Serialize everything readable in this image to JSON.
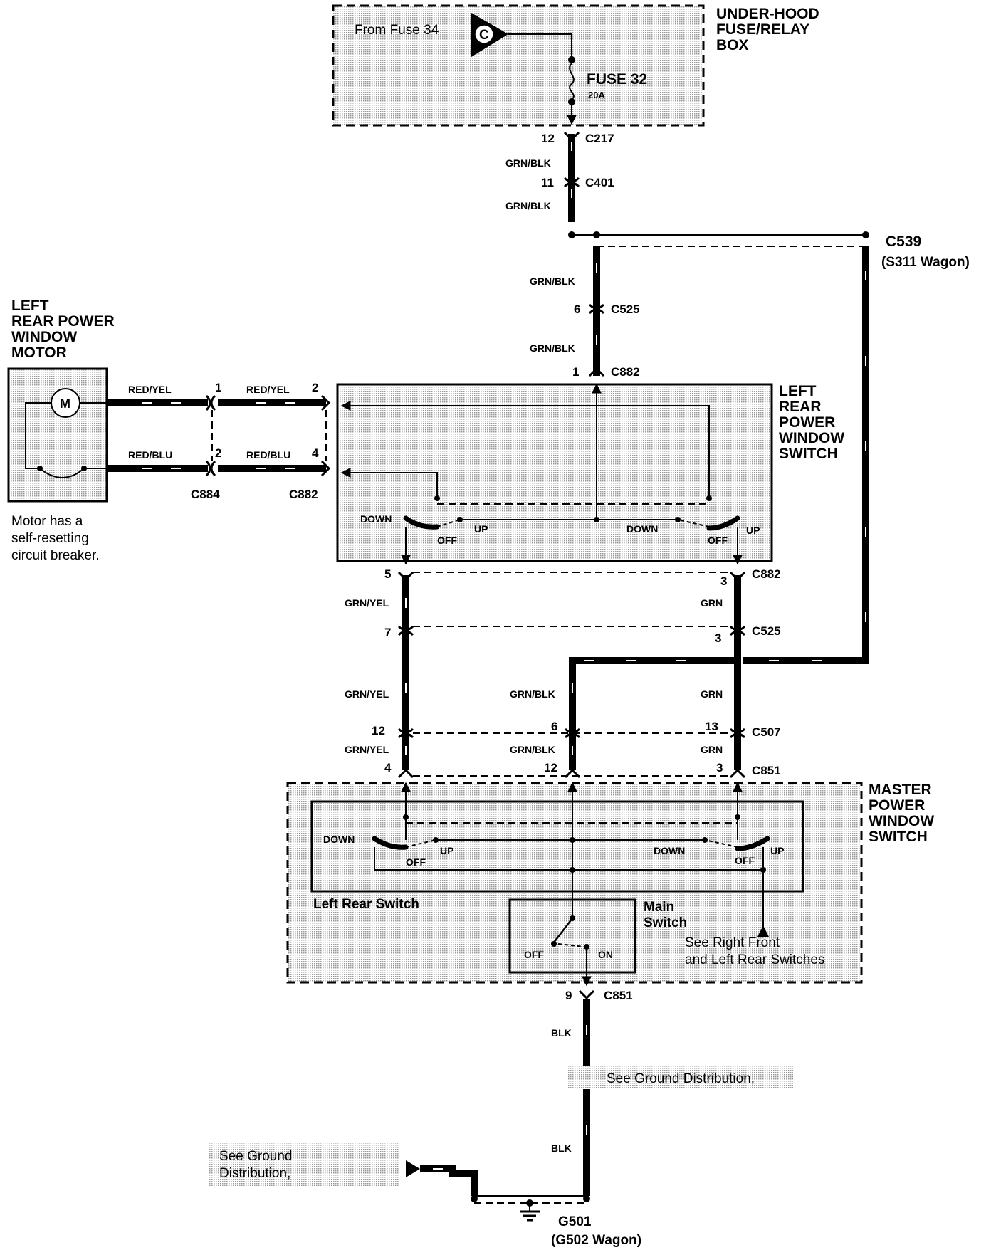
{
  "fuse_box": {
    "title_lines": [
      "UNDER-HOOD",
      "FUSE/RELAY",
      "BOX"
    ],
    "source": "From Fuse 34",
    "source_connector": "C",
    "fuse_label": "FUSE  32",
    "fuse_rating": "20A"
  },
  "connectors": {
    "c217": {
      "pin": "12",
      "name": "C217"
    },
    "c401": {
      "pin": "11",
      "name": "C401"
    },
    "c539": {
      "name": "C539",
      "note": "(S311 Wagon)"
    },
    "c525_top": {
      "pin": "6",
      "name": "C525"
    },
    "c882_top": {
      "pin": "1",
      "name": "C882"
    },
    "c884": {
      "name": "C884",
      "pin1": "1",
      "pin2": "2"
    },
    "c882_motor": {
      "name": "C882",
      "pin1": "2",
      "pin2": "4"
    },
    "c882_bottom": {
      "pin_left": "5",
      "pin_right": "3",
      "name": "C882"
    },
    "c525_mid": {
      "pin_left": "7",
      "pin_right": "3",
      "name": "C525"
    },
    "c507": {
      "pin_left": "12",
      "pin_mid": "6",
      "pin_right": "13",
      "name": "C507"
    },
    "c851_top": {
      "pin_left": "4",
      "pin_mid": "12",
      "pin_right": "3",
      "name": "C851"
    },
    "c851_bottom": {
      "pin": "9",
      "name": "C851"
    },
    "g501": {
      "name": "G501",
      "note": "(G502 Wagon)"
    }
  },
  "wires": {
    "grn_blk": "GRN/BLK",
    "red_yel": "RED/YEL",
    "red_blu": "RED/BLU",
    "grn_yel": "GRN/YEL",
    "grn": "GRN",
    "blk": "BLK"
  },
  "motor": {
    "title_lines": [
      "LEFT",
      "REAR POWER",
      "WINDOW",
      "MOTOR"
    ],
    "symbol": "M",
    "note_lines": [
      "Motor has a",
      "self-resetting",
      "circuit breaker."
    ]
  },
  "left_rear_switch": {
    "title_lines": [
      "LEFT",
      "REAR",
      "POWER",
      "WINDOW",
      "SWITCH"
    ],
    "down": "DOWN",
    "off": "OFF",
    "up": "UP"
  },
  "master_switch": {
    "title_lines": [
      "MASTER",
      "POWER",
      "WINDOW",
      "SWITCH"
    ],
    "left_rear_label": "Left Rear Switch",
    "main_label_lines": [
      "Main",
      "Switch"
    ],
    "down": "DOWN",
    "off": "OFF",
    "up": "UP",
    "main_off": "OFF",
    "main_on": "ON",
    "see_note_lines": [
      "See  Right Front",
      "and Left Rear Switches"
    ]
  },
  "ground": {
    "see_mid": "See Ground Distribution,",
    "see_left_lines": [
      "See Ground",
      "Distribution,"
    ]
  }
}
